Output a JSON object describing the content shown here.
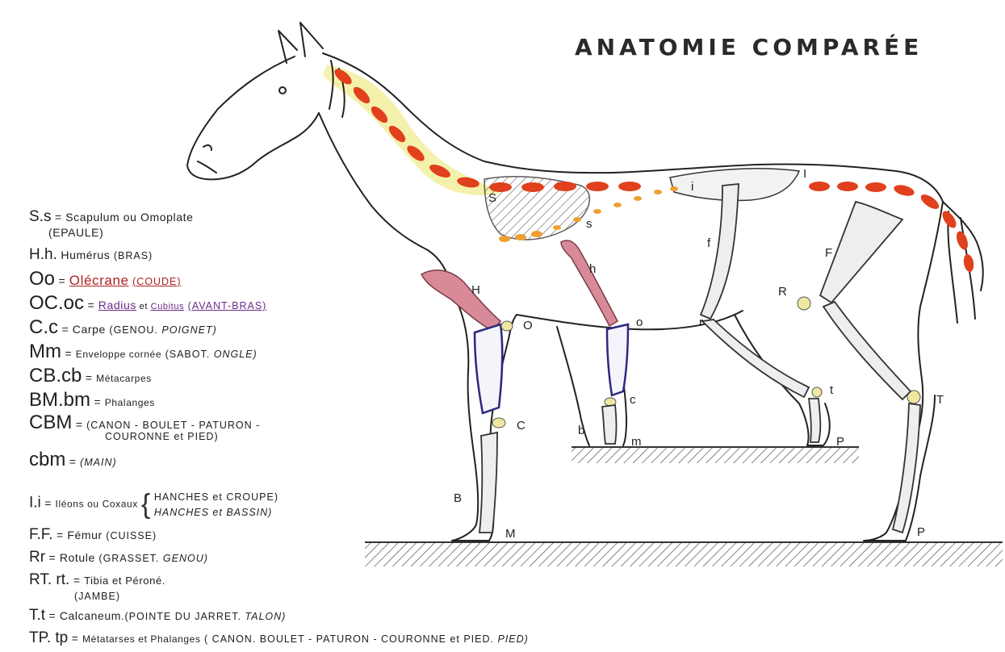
{
  "title": "ANATOMIE COMPARÉE",
  "legend": [
    {
      "key": "S.s",
      "sep": " = ",
      "text": "Scapulum ou Omoplate",
      "sub": "(EPAULE)"
    },
    {
      "key": "H.h.",
      "sep": " ",
      "text": "Humérus",
      "paren": "(BRAS)"
    },
    {
      "key": "Oo",
      "sep": " = ",
      "text": "Olécrane",
      "paren": "(COUDE)"
    },
    {
      "key": "OC.oc",
      "sep": " = ",
      "text": "Radius",
      "mid": " et ",
      "text2": "Cubitus",
      "paren": "(AVANT-BRAS)"
    },
    {
      "key": "C.c",
      "sep": " = ",
      "text": "Carpe",
      "paren": "(GENOU.",
      "paren_it": "POIGNET)"
    },
    {
      "key": "Mm",
      "sep": " = ",
      "text": "Enveloppe cornée",
      "paren": "(SABOT.",
      "paren_it": "ONGLE)"
    },
    {
      "key": "CB.cb",
      "sep": " = ",
      "text": "Métacarpes"
    },
    {
      "key": "BM.bm",
      "sep": " = ",
      "text": "Phalanges"
    },
    {
      "key": "CBM",
      "sep": " = ",
      "text": "(CANON - BOULET - PATURON -",
      "sub": "COURONNE et PIED)"
    },
    {
      "key": "cbm",
      "sep": " = ",
      "text": "(MAIN)"
    },
    {
      "key": "I.i",
      "sep": " = ",
      "text": "Iléons ou Coxaux",
      "line1": "HANCHES et CROUPE)",
      "line2": "HANCHES et BASSIN)"
    },
    {
      "key": "F.F.",
      "sep": " = ",
      "text": "Fémur",
      "paren": "(CUISSE)"
    },
    {
      "key": "Rr",
      "sep": " = ",
      "text": "Rotule",
      "paren": "(GRASSET.",
      "paren_it": "GENOU)"
    },
    {
      "key": "RT. rt.",
      "sep": " = ",
      "text": "Tibia et Péroné.",
      "sub": "(JAMBE)"
    },
    {
      "key": "T.t",
      "sep": " = ",
      "text": "Calcaneum",
      "paren": ".(POINTE DU JARRET.",
      "paren_it": "TALON)"
    },
    {
      "key": "TP. tp",
      "sep": " = ",
      "text": "Métatarses et Phalanges",
      "paren": "( CANON. BOULET - PATURON - COURONNE et PIED.",
      "paren_it": "PIED)"
    }
  ],
  "diagram_labels": {
    "S": "S",
    "s": "s",
    "I": "I",
    "i": "i",
    "H": "H",
    "h": "h",
    "O": "O",
    "o": "o",
    "C": "C",
    "c": "c",
    "b": "b",
    "m": "m",
    "B": "B",
    "M": "M",
    "F": "F",
    "f": "f",
    "R": "R",
    "r": "r",
    "T": "T",
    "t": "t",
    "P_front": "P",
    "P_back": "P"
  },
  "colors": {
    "spine_dashes": "#e0401c",
    "neck_highlight": "#f3f0a8",
    "humerus": "#d98a98",
    "radius": "#2a2a80",
    "small_spine": "#f0a030",
    "joint": "#efe8a0",
    "ground": "#555555"
  }
}
